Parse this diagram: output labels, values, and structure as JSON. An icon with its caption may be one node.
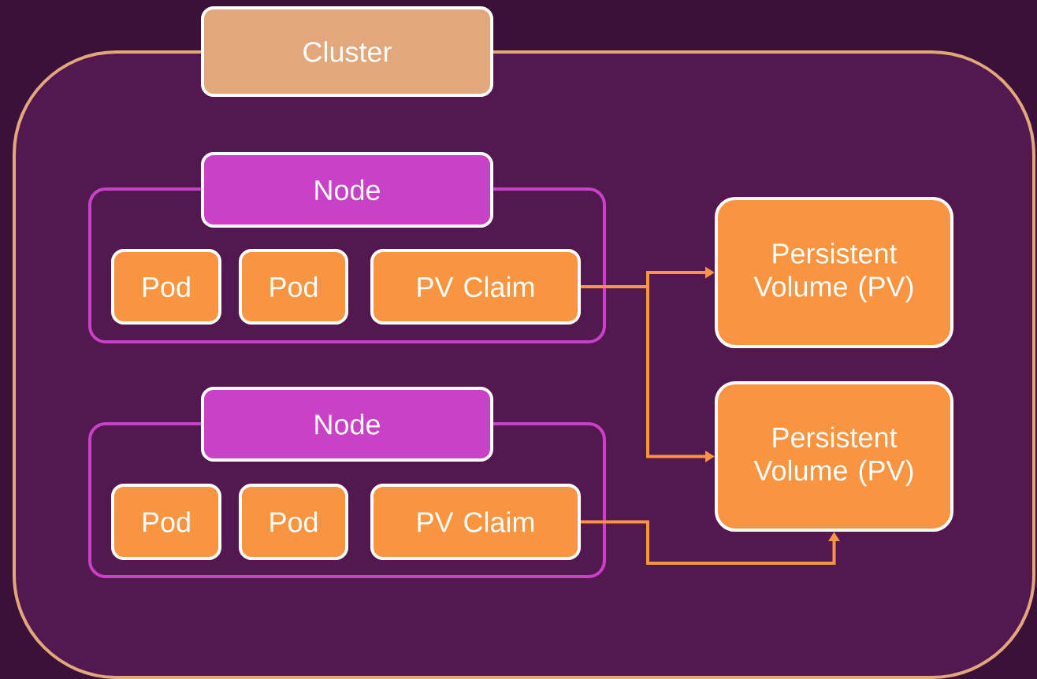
{
  "diagram": {
    "nodes": [
      {
        "text": [
          "Cluster"
        ]
      },
      {
        "text": [
          "Node"
        ],
        "in": 0
      },
      {
        "text": [
          "Pod"
        ],
        "in": 1
      },
      {
        "text": [
          "Pod"
        ],
        "in": 1
      },
      {
        "text": [
          "PV Claim"
        ],
        "in": 1
      },
      {
        "text": [
          "Node"
        ],
        "in": 0
      },
      {
        "text": [
          "Pod"
        ],
        "in": 5
      },
      {
        "text": [
          "Pod"
        ],
        "in": 5
      },
      {
        "text": [
          "PV Claim"
        ],
        "in": 5
      },
      {
        "text": [
          "Persistent Volume (PV)"
        ],
        "in": 0
      },
      {
        "text": [
          "Persistent Volume (PV)"
        ],
        "in": 0
      }
    ],
    "edges": [
      {
        "from": 4,
        "to": 9,
        "arrow": "to"
      },
      {
        "from": 4,
        "to": 10,
        "arrow": "to"
      },
      {
        "from": 8,
        "to": 10,
        "arrow": "to"
      }
    ]
  }
}
